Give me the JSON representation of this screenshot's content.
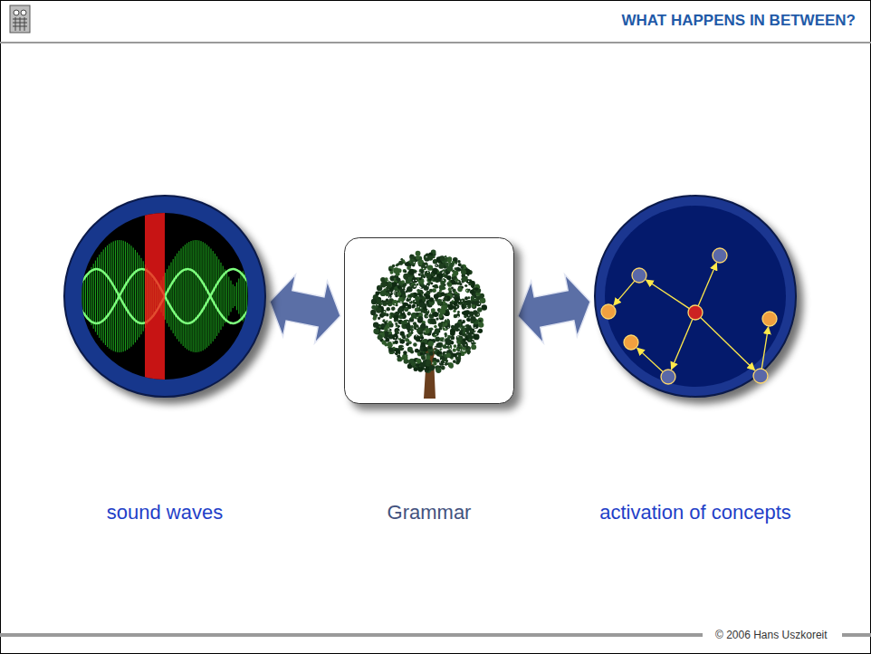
{
  "diagram": {
    "title": "WHAT HAPPENS IN BETWEEN?",
    "nodes": [
      {
        "text": [
          "sound waves"
        ]
      },
      {
        "text": [
          "Grammar"
        ]
      },
      {
        "text": [
          "activation of concepts"
        ]
      }
    ],
    "edges": [
      {
        "from": 0,
        "to": 1,
        "arrow": "both"
      },
      {
        "from": 1,
        "to": 2,
        "arrow": "both"
      }
    ],
    "labels": [
      "© 2006 Hans Uszkoreit"
    ]
  }
}
